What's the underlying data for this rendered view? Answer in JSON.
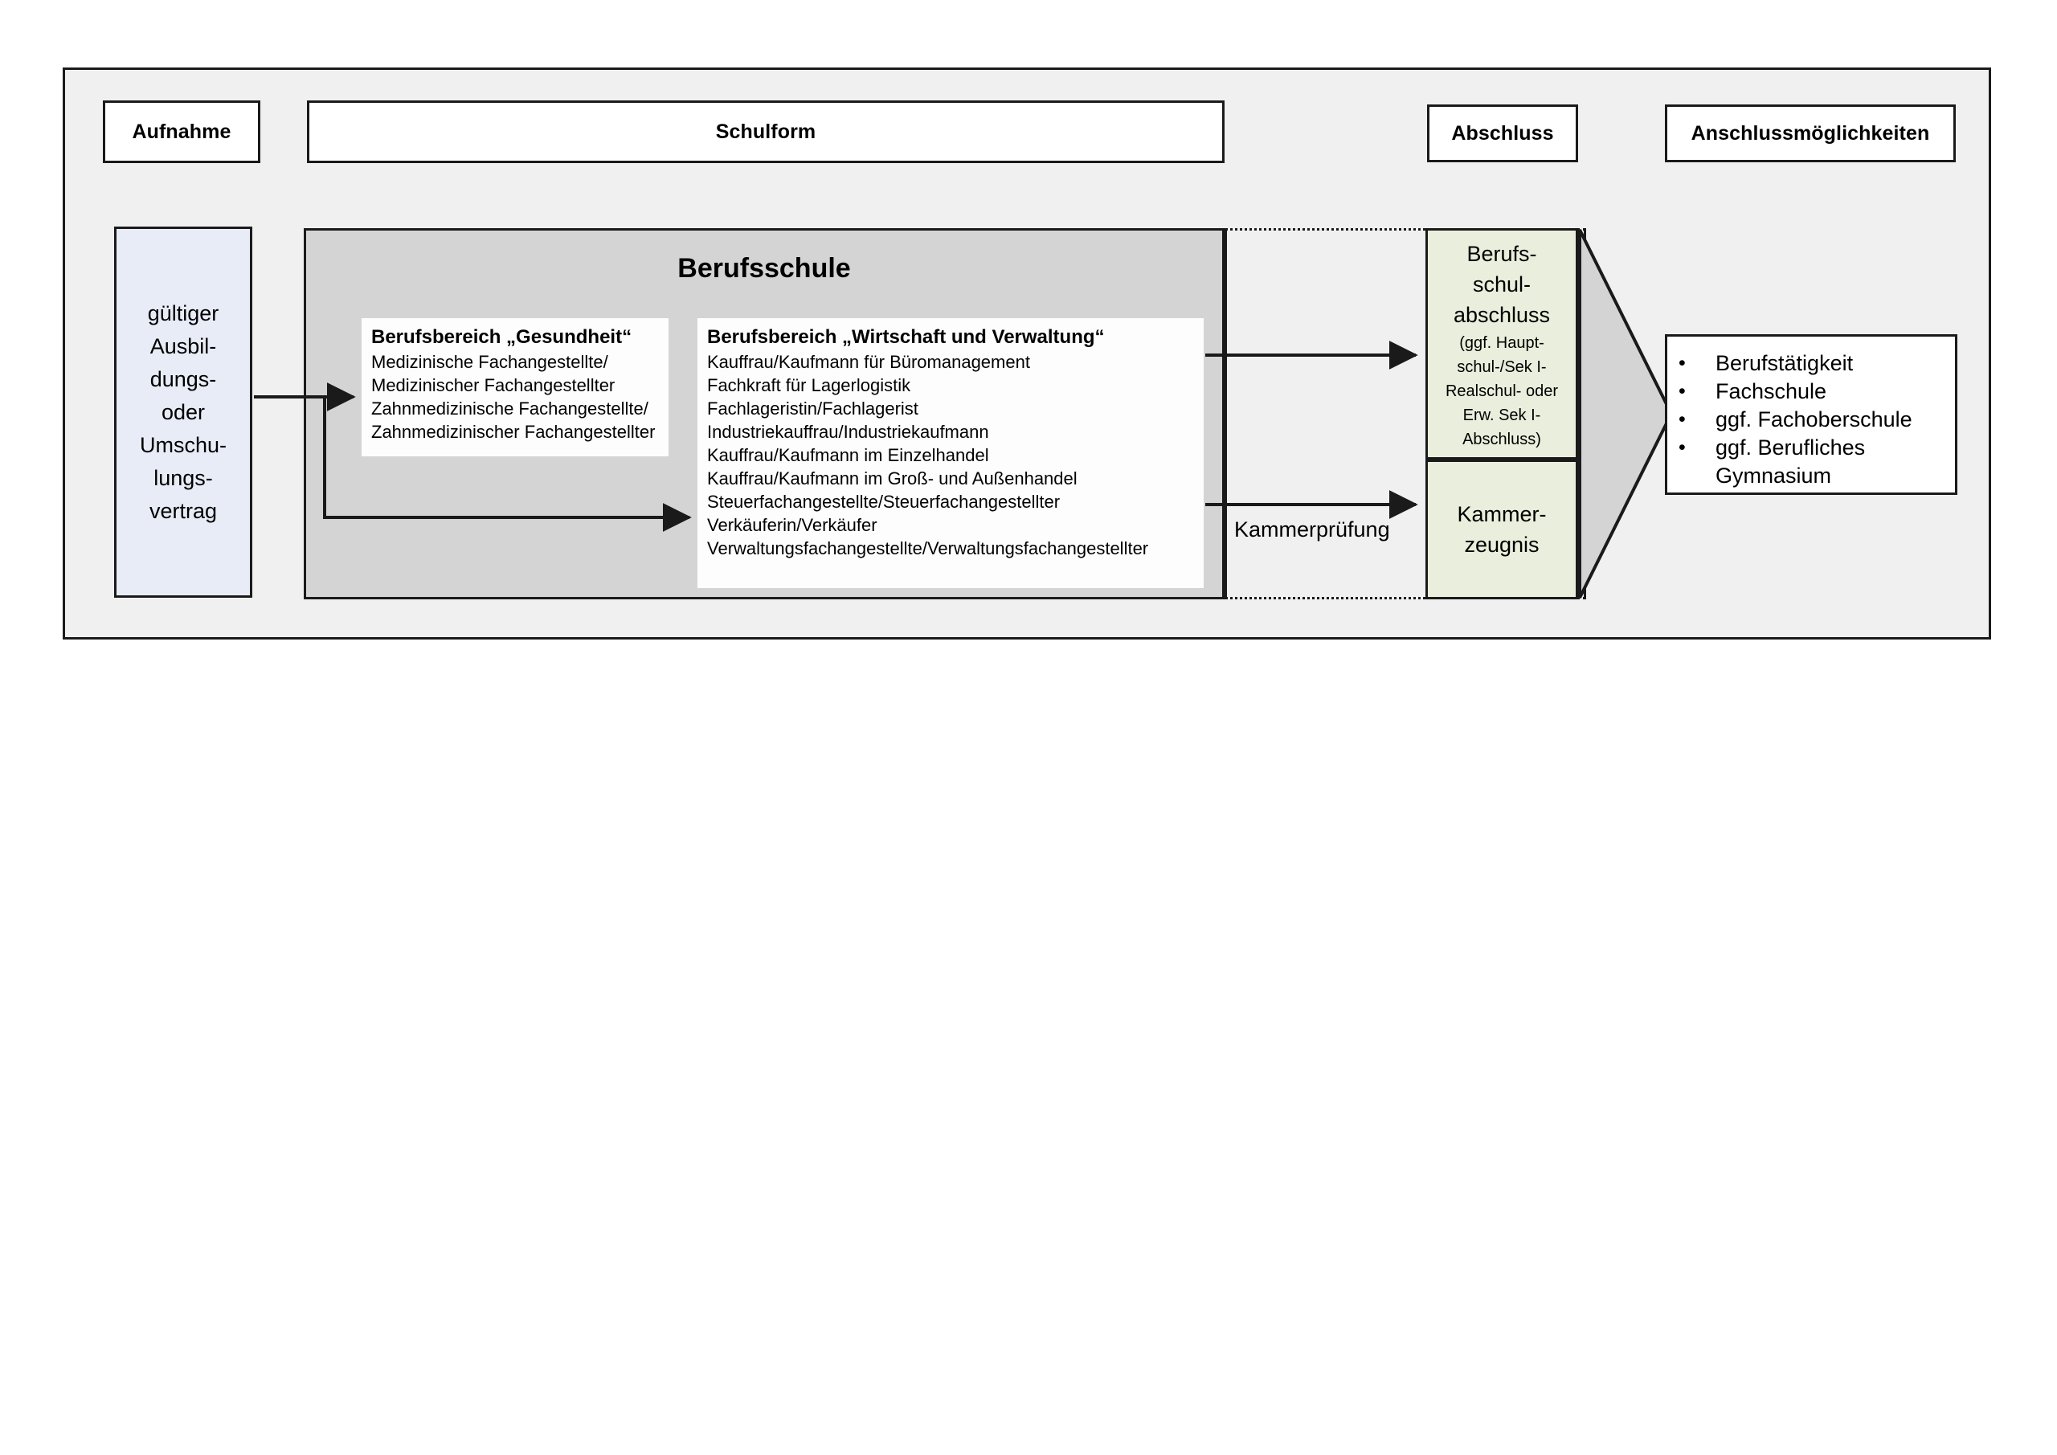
{
  "header": {
    "aufnahme": "Aufnahme",
    "schulform": "Schulform",
    "abschluss": "Abschluss",
    "anschluss": "Anschlussmöglichkeiten"
  },
  "entry": {
    "text": "gültiger Ausbil­dungs- oder Umschu­lungs­vertrag",
    "lines": [
      "gültiger",
      "Ausbil-",
      "dungs-",
      "oder",
      "Umschu-",
      "lungs-",
      "vertrag"
    ]
  },
  "school": {
    "title": "Berufsschule",
    "fields": [
      {
        "title": "Berufsbereich „Gesundheit“",
        "occupations": [
          "Medizinische Fachangestellte/",
          "Medizinischer Fachangestellter",
          "Zahnmedizinische Fachangestellte/",
          "Zahnmedizinischer Fachangestellter"
        ]
      },
      {
        "title": "Berufsbereich „Wirtschaft und Verwaltung“",
        "occupations": [
          "Kauffrau/Kaufmann für Büromanagement",
          "Fachkraft für Lagerlogistik",
          "Fachlageristin/Fachlagerist",
          "Industriekauffrau/Industriekaufmann",
          "Kauffrau/Kaufmann im Einzelhandel",
          "Kauffrau/Kaufmann im Groß- und Außenhandel",
          "Steuerfachangestellte/Steuerfachangestellter",
          "Verkäuferin/Verkäufer",
          "Verwaltungsfachangestellte/Verwaltungsfachangestellter"
        ]
      }
    ]
  },
  "exam": {
    "label": "Kammerprüfung"
  },
  "results": {
    "berufsschulabschluss": {
      "main_lines": [
        "Berufs-",
        "schul-",
        "abschluss"
      ],
      "sub_lines": [
        "(ggf. Haupt-",
        "schul-/Sek I-",
        "Realschul- oder",
        "Erw. Sek I-",
        "Abschluss)"
      ]
    },
    "kammerzeugnis": {
      "lines": [
        "Kammer-",
        "zeugnis"
      ]
    }
  },
  "outcomes": {
    "items": [
      "Berufstätigkeit",
      "Fachschule",
      "ggf. Fachoberschule",
      "ggf. Berufliches Gymnasium"
    ],
    "bullet": "•"
  },
  "colors": {
    "frame_bg": "#f0f0f0",
    "entry_bg": "#e8ecf6",
    "school_bg": "#d4d4d4",
    "result_bg": "#eaeedc",
    "chevron_fill": "#d4d4d4",
    "stroke": "#1a1a1a"
  }
}
